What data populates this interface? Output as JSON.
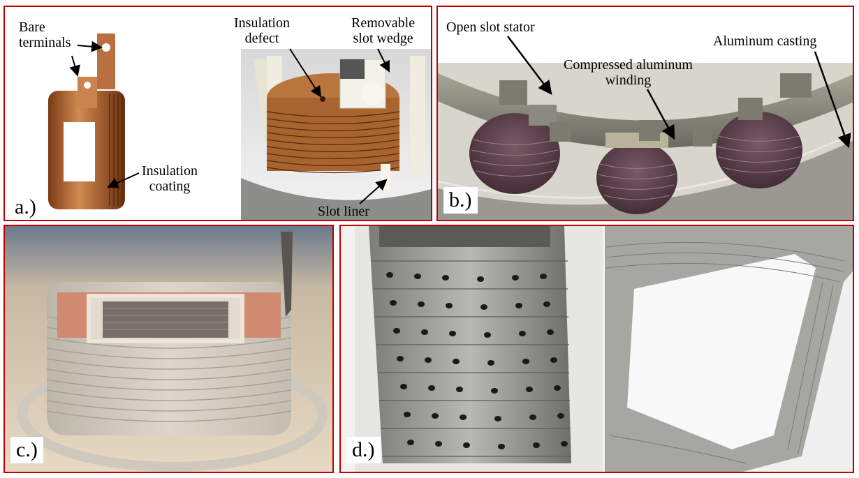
{
  "panels": {
    "a": {
      "label": "a.)",
      "annotations": {
        "bare_terminals_1": "Bare",
        "bare_terminals_2": "terminals",
        "insulation_defect_1": "Insulation",
        "insulation_defect_2": "defect",
        "removable_wedge_1": "Removable",
        "removable_wedge_2": "slot wedge",
        "insulation_coating_1": "Insulation",
        "insulation_coating_2": "coating",
        "slot_liner": "Slot liner"
      }
    },
    "b": {
      "label": "b.)",
      "annotations": {
        "open_slot_stator": "Open slot stator",
        "compressed_1": "Compressed aluminum",
        "compressed_2": "winding",
        "aluminum_casting": "Aluminum  casting"
      }
    },
    "c": {
      "label": "c.)"
    },
    "d": {
      "label": "d.)"
    }
  },
  "colors": {
    "frame": "#c00000",
    "copper": "#b56a35",
    "stator_gray": "#8a8578",
    "ceramic": "#d8d2c8",
    "metal": "#9a9a98"
  }
}
